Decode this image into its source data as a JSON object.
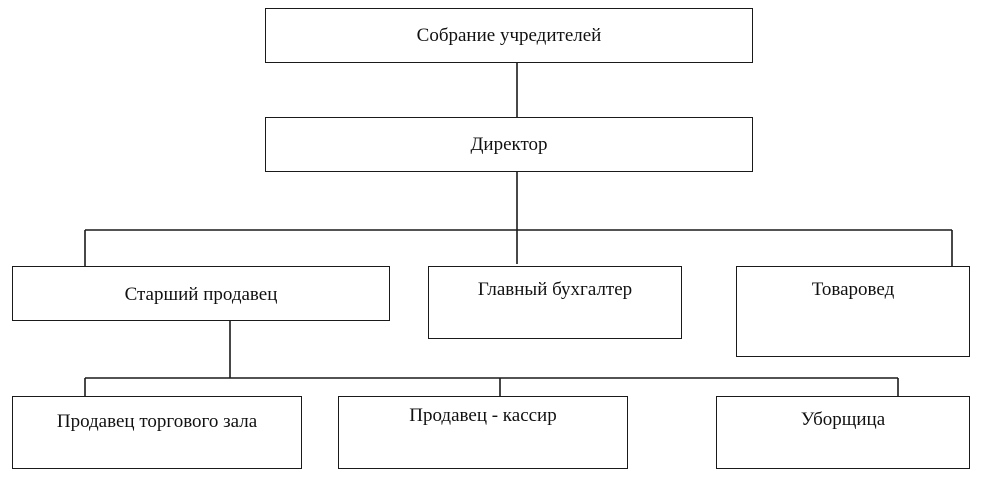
{
  "diagram": {
    "nodes": {
      "founders": "Собрание учредителей",
      "director": "Директор",
      "senior_seller": "Старший продавец",
      "chief_accountant": "Главный бухгалтер",
      "merchandiser": "Товаровед",
      "hall_seller": "Продавец торгового зала",
      "cashier": "Продавец - кассир",
      "cleaner": "Уборщица"
    },
    "edges": [
      [
        "founders",
        "director"
      ],
      [
        "director",
        "senior_seller"
      ],
      [
        "director",
        "chief_accountant"
      ],
      [
        "director",
        "merchandiser"
      ],
      [
        "senior_seller",
        "hall_seller"
      ],
      [
        "senior_seller",
        "cashier"
      ],
      [
        "senior_seller",
        "cleaner"
      ]
    ],
    "colors": {
      "line": "#1a1a1a",
      "box_border": "#1a1a1a",
      "background": "#ffffff"
    }
  }
}
